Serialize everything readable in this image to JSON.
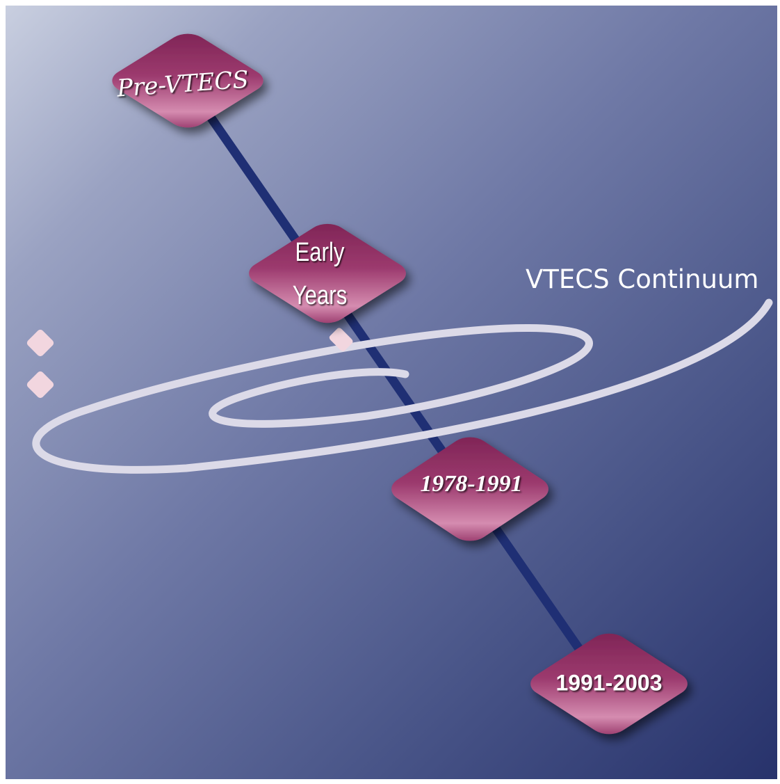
{
  "diagram": {
    "title": "VTECS Continuum",
    "nodes": [
      {
        "label": "Pre-VTECS"
      },
      {
        "label": "Early Years"
      },
      {
        "label": "1978-1991"
      },
      {
        "label": "1991-2003"
      }
    ]
  },
  "colors": {
    "node_fill": "#8e2b60",
    "node_highlight": "#d98ab2",
    "connector": "#1f2f74",
    "swirl": "#dcdae8",
    "accent_squares": "#f2d6df",
    "background_dark": "#27326b",
    "background_light": "#c9cfe0"
  }
}
